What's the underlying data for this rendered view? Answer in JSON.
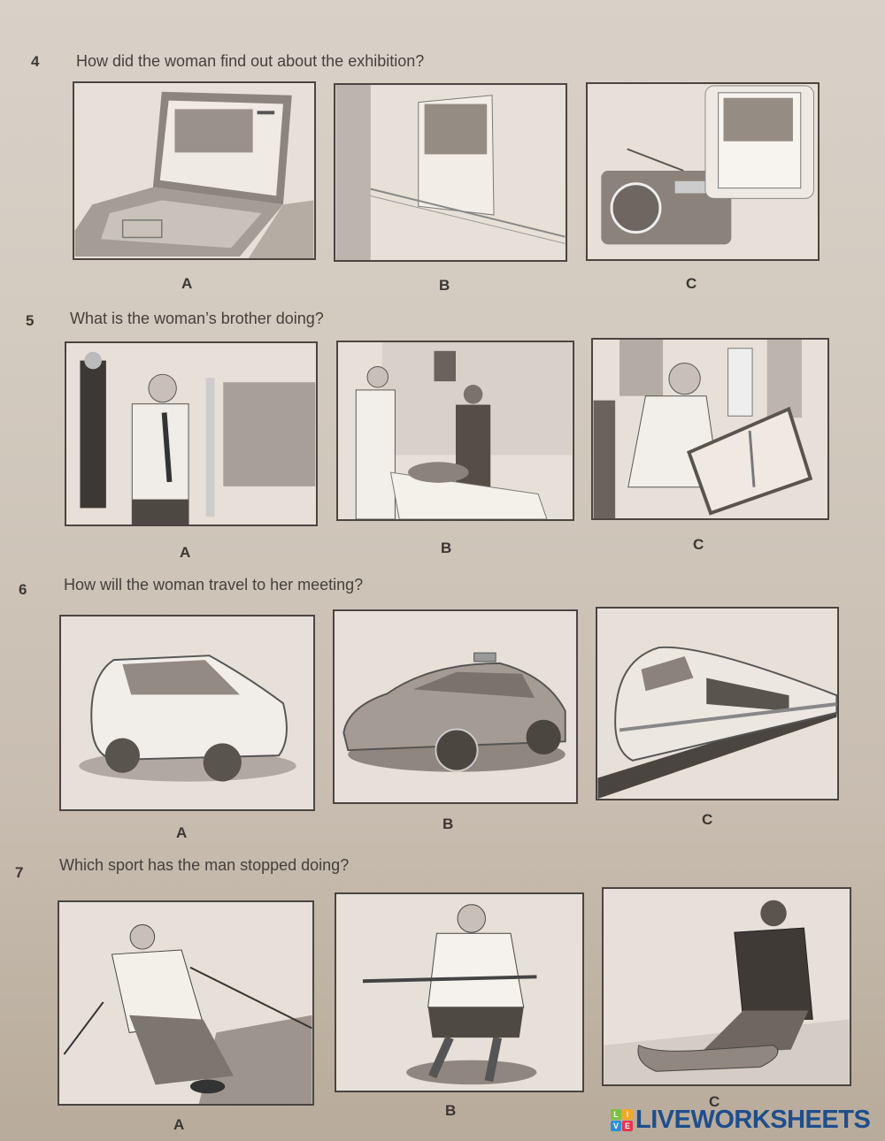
{
  "questions": [
    {
      "number": "4",
      "text": "How did the woman find out about the exhibition?",
      "options": [
        {
          "letter": "A",
          "image": "laptop showing exhibition web page"
        },
        {
          "letter": "B",
          "image": "exhibition poster on a wall"
        },
        {
          "letter": "C",
          "image": "radio with exhibition advert"
        }
      ]
    },
    {
      "number": "5",
      "text": "What is the woman’s brother doing?",
      "options": [
        {
          "letter": "A",
          "image": "security guard in a shop"
        },
        {
          "letter": "B",
          "image": "shop assistant serving a customer"
        },
        {
          "letter": "C",
          "image": "man drawing a fashion design"
        }
      ]
    },
    {
      "number": "6",
      "text": "How will the woman travel to her meeting?",
      "options": [
        {
          "letter": "A",
          "image": "small car"
        },
        {
          "letter": "B",
          "image": "taxi"
        },
        {
          "letter": "C",
          "image": "high-speed train"
        }
      ]
    },
    {
      "number": "7",
      "text": "Which sport has the man stopped doing?",
      "options": [
        {
          "letter": "A",
          "image": "skiing"
        },
        {
          "letter": "B",
          "image": "ice hockey"
        },
        {
          "letter": "C",
          "image": "snowboarding"
        }
      ]
    }
  ],
  "watermark": {
    "tiles": [
      "L",
      "I",
      "V",
      "E"
    ],
    "tile_colors": [
      "#7cc242",
      "#f5a623",
      "#2b8fd6",
      "#e8344e"
    ],
    "text": "LIVEWORKSHEETS",
    "color": "#1f4e8c"
  }
}
